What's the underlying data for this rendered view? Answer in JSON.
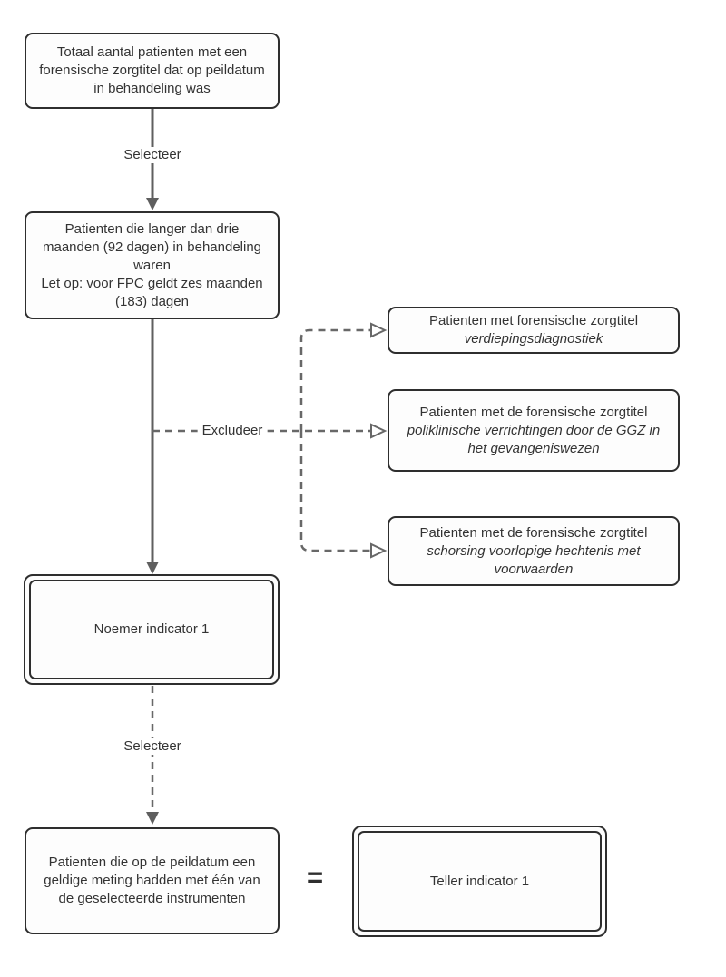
{
  "flowchart": {
    "nodes": {
      "total_patients": "Totaal aantal patienten met een forensische zorgtitel dat op peildatum in behandeling was",
      "duration_filter_main": "Patienten die langer dan drie maanden (92 dagen) in behandeling waren",
      "duration_filter_note": "Let op: voor FPC geldt zes maanden (183) dagen",
      "exclusion_1_plain": "Patienten met forensische zorgtitel",
      "exclusion_1_italic": "verdiepingsdiagnostiek",
      "exclusion_2_plain": "Patienten met de forensische zorgtitel",
      "exclusion_2_italic": "poliklinische verrichtingen door de GGZ in het gevangeniswezen",
      "exclusion_3_plain": "Patienten met de forensische zorgtitel",
      "exclusion_3_italic": "schorsing voorlopige hechtenis met voorwaarden",
      "noemer": "Noemer indicator 1",
      "valid_measurement": "Patienten die op de peildatum een geldige meting hadden met één van de geselecteerde instrumenten",
      "teller": "Teller indicator 1"
    },
    "edge_labels": {
      "select_1": "Selecteer",
      "exclude": "Excludeer",
      "select_2": "Selecteer"
    },
    "equals_sign": "=",
    "colors": {
      "border": "#2e2e2e",
      "arrow": "#5f5f5f",
      "dashed": "#686868",
      "text": "#333333",
      "bg": "#ffffff",
      "boxfill": "#fdfdfd"
    }
  }
}
